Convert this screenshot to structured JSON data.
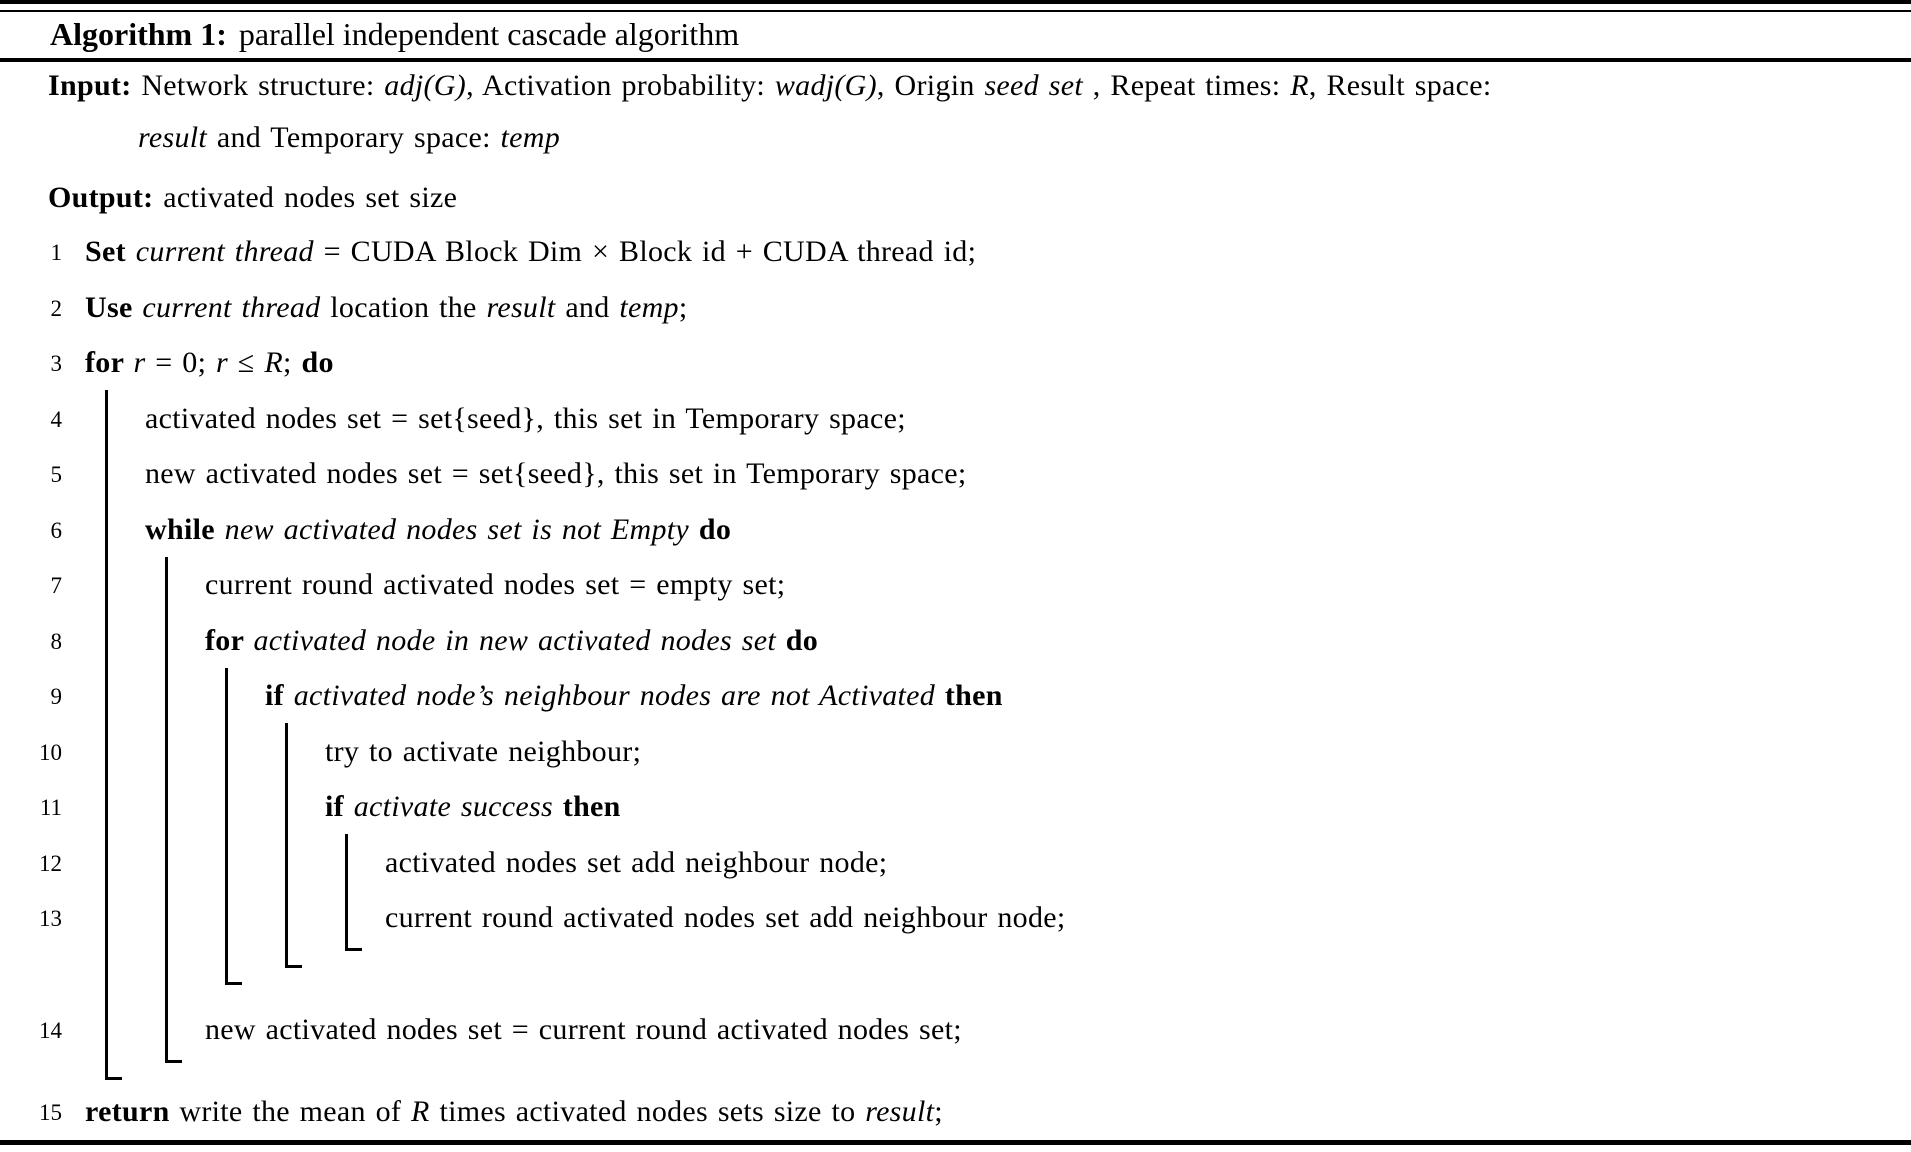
{
  "header": {
    "label": "Algorithm 1:",
    "title": "parallel independent cascade algorithm"
  },
  "io": [
    {
      "id": "input-line-1",
      "segments": [
        {
          "t": "Input: ",
          "s": "b"
        },
        {
          "t": "Network structure: ",
          "s": ""
        },
        {
          "t": "adj(G)",
          "s": "i"
        },
        {
          "t": ", Activation probability: ",
          "s": ""
        },
        {
          "t": "wadj(G)",
          "s": "i"
        },
        {
          "t": ", Origin ",
          "s": ""
        },
        {
          "t": "seed set",
          "s": "i"
        },
        {
          "t": " , Repeat times: ",
          "s": ""
        },
        {
          "t": "R",
          "s": "i"
        },
        {
          "t": ", Result space:",
          "s": ""
        }
      ]
    },
    {
      "id": "input-line-2",
      "segments": [
        {
          "t": "result",
          "s": "i"
        },
        {
          "t": " and Temporary space: ",
          "s": ""
        },
        {
          "t": "temp",
          "s": "i"
        }
      ]
    },
    {
      "id": "output-line",
      "segments": [
        {
          "t": "Output: ",
          "s": "b"
        },
        {
          "t": "activated nodes set size",
          "s": ""
        }
      ]
    }
  ],
  "algorithm": {
    "lines": [
      {
        "n": 1,
        "indent": 0,
        "segments": [
          {
            "t": "Set ",
            "s": "b"
          },
          {
            "t": "current thread",
            "s": "i"
          },
          {
            "t": " = CUDA Block Dim × Block id + CUDA thread id;",
            "s": ""
          }
        ]
      },
      {
        "n": 2,
        "indent": 0,
        "segments": [
          {
            "t": "Use ",
            "s": "b"
          },
          {
            "t": "current thread",
            "s": "i"
          },
          {
            "t": " location the ",
            "s": ""
          },
          {
            "t": "result",
            "s": "i"
          },
          {
            "t": " and ",
            "s": ""
          },
          {
            "t": "temp",
            "s": "i"
          },
          {
            "t": ";",
            "s": ""
          }
        ]
      },
      {
        "n": 3,
        "indent": 0,
        "segments": [
          {
            "t": "for ",
            "s": "b"
          },
          {
            "t": "r",
            "s": "i"
          },
          {
            "t": " = 0; ",
            "s": ""
          },
          {
            "t": "r",
            "s": "i"
          },
          {
            "t": " ≤ ",
            "s": ""
          },
          {
            "t": "R",
            "s": "i"
          },
          {
            "t": "; ",
            "s": ""
          },
          {
            "t": "do",
            "s": "b"
          }
        ]
      },
      {
        "n": 4,
        "indent": 1,
        "segments": [
          {
            "t": "activated nodes set = set{seed}, this set in Temporary space;",
            "s": ""
          }
        ]
      },
      {
        "n": 5,
        "indent": 1,
        "segments": [
          {
            "t": "new activated nodes set = set{seed}, this set in Temporary space;",
            "s": ""
          }
        ]
      },
      {
        "n": 6,
        "indent": 1,
        "segments": [
          {
            "t": "while ",
            "s": "b"
          },
          {
            "t": "new activated nodes set is not Empty",
            "s": "i"
          },
          {
            "t": " ",
            "s": ""
          },
          {
            "t": "do",
            "s": "b"
          }
        ]
      },
      {
        "n": 7,
        "indent": 2,
        "segments": [
          {
            "t": "current round activated nodes set = empty set;",
            "s": ""
          }
        ]
      },
      {
        "n": 8,
        "indent": 2,
        "segments": [
          {
            "t": "for ",
            "s": "b"
          },
          {
            "t": "activated node in new activated nodes set",
            "s": "i"
          },
          {
            "t": " ",
            "s": ""
          },
          {
            "t": "do",
            "s": "b"
          }
        ]
      },
      {
        "n": 9,
        "indent": 3,
        "segments": [
          {
            "t": "if ",
            "s": "b"
          },
          {
            "t": "activated node’s neighbour nodes are not Activated",
            "s": "i"
          },
          {
            "t": " ",
            "s": ""
          },
          {
            "t": "then",
            "s": "b"
          }
        ]
      },
      {
        "n": 10,
        "indent": 4,
        "segments": [
          {
            "t": "try to activate neighbour;",
            "s": ""
          }
        ]
      },
      {
        "n": 11,
        "indent": 4,
        "segments": [
          {
            "t": "if ",
            "s": "b"
          },
          {
            "t": "activate success",
            "s": "i"
          },
          {
            "t": " ",
            "s": ""
          },
          {
            "t": "then",
            "s": "b"
          }
        ]
      },
      {
        "n": 12,
        "indent": 5,
        "segments": [
          {
            "t": "activated nodes set add neighbour node;",
            "s": ""
          }
        ]
      },
      {
        "n": 13,
        "indent": 5,
        "segments": [
          {
            "t": "current round activated nodes set add neighbour node;",
            "s": ""
          }
        ]
      },
      {
        "n": 14,
        "indent": 2,
        "segments": [
          {
            "t": "new activated nodes set = current round activated nodes set;",
            "s": ""
          }
        ]
      },
      {
        "n": 15,
        "indent": 0,
        "segments": [
          {
            "t": "return ",
            "s": "b"
          },
          {
            "t": "write the mean of ",
            "s": ""
          },
          {
            "t": "R",
            "s": "i"
          },
          {
            "t": " times activated nodes sets size to ",
            "s": ""
          },
          {
            "t": "result",
            "s": "i"
          },
          {
            "t": ";",
            "s": ""
          }
        ]
      }
    ],
    "blocks": [
      {
        "open": 3,
        "close": 14
      },
      {
        "open": 6,
        "close": 14
      },
      {
        "open": 8,
        "close": 13
      },
      {
        "open": 9,
        "close": 13
      },
      {
        "open": 11,
        "close": 13
      }
    ]
  },
  "colors": {
    "text": "#000000",
    "rule": "#000000",
    "background": "#ffffff"
  }
}
